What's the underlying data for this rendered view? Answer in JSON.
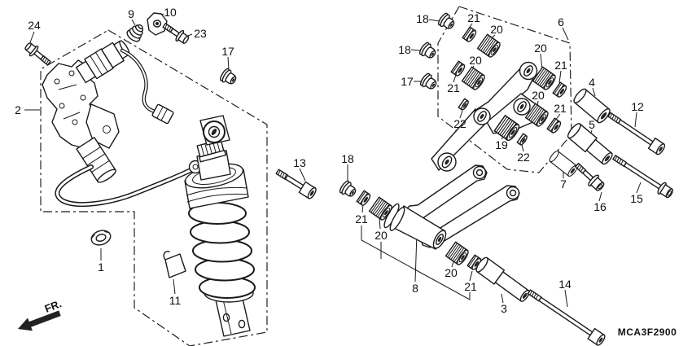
{
  "diagram": {
    "code": "MCA3F2900",
    "direction_label": "FR.",
    "colors": {
      "line": "#1a1a1a",
      "background": "#ffffff"
    },
    "callouts": [
      {
        "text": "24"
      },
      {
        "text": "9"
      },
      {
        "text": "10"
      },
      {
        "text": "23"
      },
      {
        "text": "2"
      },
      {
        "text": "17"
      },
      {
        "text": "13"
      },
      {
        "text": "1"
      },
      {
        "text": "11"
      },
      {
        "text": "18"
      },
      {
        "text": "21"
      },
      {
        "text": "20"
      },
      {
        "text": "6"
      },
      {
        "text": "18"
      },
      {
        "text": "20"
      },
      {
        "text": "17"
      },
      {
        "text": "21"
      },
      {
        "text": "20"
      },
      {
        "text": "21"
      },
      {
        "text": "22"
      },
      {
        "text": "20"
      },
      {
        "text": "21"
      },
      {
        "text": "19"
      },
      {
        "text": "22"
      },
      {
        "text": "4"
      },
      {
        "text": "12"
      },
      {
        "text": "5"
      },
      {
        "text": "18"
      },
      {
        "text": "7"
      },
      {
        "text": "15"
      },
      {
        "text": "16"
      },
      {
        "text": "21"
      },
      {
        "text": "20"
      },
      {
        "text": "8"
      },
      {
        "text": "20"
      },
      {
        "text": "21"
      },
      {
        "text": "3"
      },
      {
        "text": "14"
      }
    ]
  }
}
